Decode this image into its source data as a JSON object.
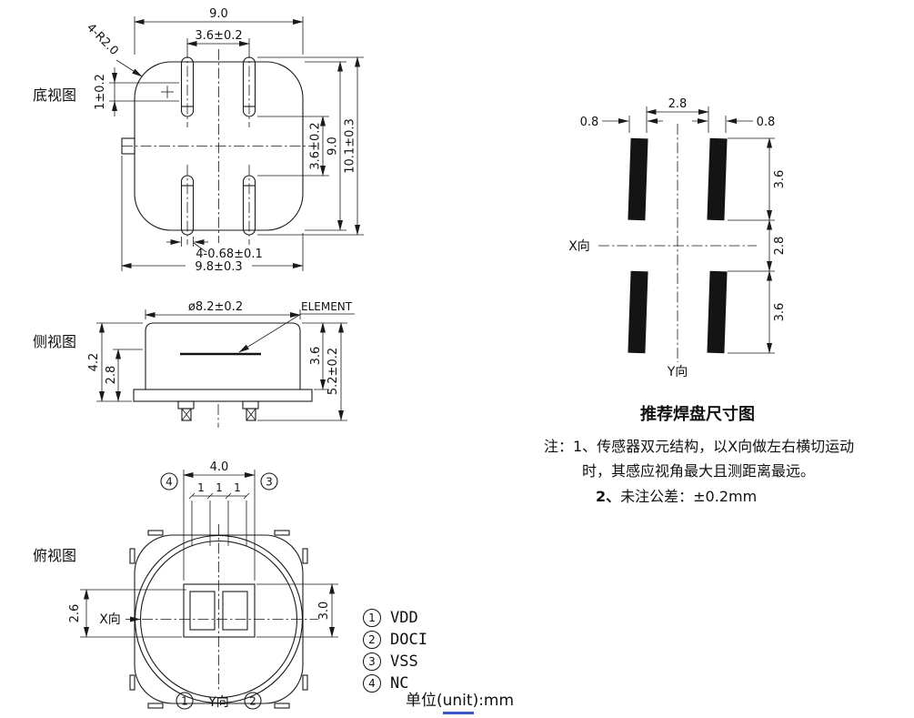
{
  "views": {
    "bottom": {
      "label": "底视图",
      "dim_width_body": "9.0",
      "dim_pin_pitch_x": "3.6±0.2",
      "dim_corner_radius": "4-R2.0",
      "dim_offset": "1±0.2",
      "dim_pin_pitch_y": "3.6±0.2",
      "dim_height_body": "9.0",
      "dim_height_overall": "10.1±0.3",
      "dim_pin_slot": "4-0.68±0.1",
      "dim_width_overall": "9.8±0.3"
    },
    "side": {
      "label": "侧视图",
      "dim_diameter": "ø8.2±0.2",
      "element_label": "ELEMENT",
      "dim_h1": "4.2",
      "dim_h2": "2.8",
      "dim_h3": "3.6",
      "dim_h4": "5.2±0.2"
    },
    "top": {
      "label": "俯视图",
      "dim_window_width": "4.0",
      "dim_seg1": "1",
      "dim_seg2": "1",
      "dim_seg3": "1",
      "pin_top_left": "4",
      "pin_top_right": "3",
      "pin_bottom_left": "1",
      "pin_bottom_right": "2",
      "dim_left": "2.6",
      "dim_right": "3.0",
      "x_axis": "X向",
      "y_axis": "Y向"
    },
    "pad": {
      "dim_pad_w_left": "0.8",
      "dim_gap_x": "2.8",
      "dim_pad_w_right": "0.8",
      "dim_pad_h_top": "3.6",
      "dim_gap_y": "2.8",
      "dim_pad_h_bottom": "3.6",
      "x_axis": "X向",
      "y_axis": "Y向"
    }
  },
  "pad_section_title": "推荐焊盘尺寸图",
  "notes": {
    "line1": "注：1、传感器双元结构，以X向做左右横切运动",
    "line2": "时，其感应视角最大且测距离最远。",
    "line3_num": "2、",
    "line3_text": "未注公差：±0.2mm"
  },
  "pin_table": [
    {
      "num": "1",
      "name": "VDD"
    },
    {
      "num": "2",
      "name": "DOCI"
    },
    {
      "num": "3",
      "name": "VSS"
    },
    {
      "num": "4",
      "name": "NC"
    }
  ],
  "unit_label": "单位(unit):mm"
}
